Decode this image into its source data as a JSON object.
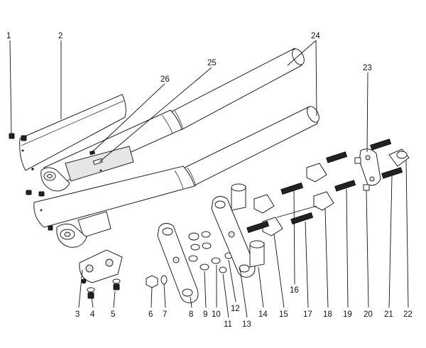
{
  "diagram": {
    "callouts": [
      {
        "id": "c1",
        "text": "1"
      },
      {
        "id": "c2",
        "text": "2"
      },
      {
        "id": "c3",
        "text": "3"
      },
      {
        "id": "c4",
        "text": "4"
      },
      {
        "id": "c5",
        "text": "5"
      },
      {
        "id": "c6",
        "text": "6"
      },
      {
        "id": "c7",
        "text": "7"
      },
      {
        "id": "c8",
        "text": "8"
      },
      {
        "id": "c9",
        "text": "9"
      },
      {
        "id": "c10",
        "text": "10"
      },
      {
        "id": "c11",
        "text": "11"
      },
      {
        "id": "c12",
        "text": "12"
      },
      {
        "id": "c13",
        "text": "13"
      },
      {
        "id": "c14",
        "text": "14"
      },
      {
        "id": "c15",
        "text": "15"
      },
      {
        "id": "c16",
        "text": "16"
      },
      {
        "id": "c17",
        "text": "17"
      },
      {
        "id": "c18",
        "text": "18"
      },
      {
        "id": "c19",
        "text": "19"
      },
      {
        "id": "c20",
        "text": "20"
      },
      {
        "id": "c21",
        "text": "21"
      },
      {
        "id": "c22",
        "text": "22"
      },
      {
        "id": "c23",
        "text": "23"
      },
      {
        "id": "c24",
        "text": "24"
      },
      {
        "id": "c25",
        "text": "25"
      },
      {
        "id": "c26",
        "text": "26"
      }
    ]
  }
}
